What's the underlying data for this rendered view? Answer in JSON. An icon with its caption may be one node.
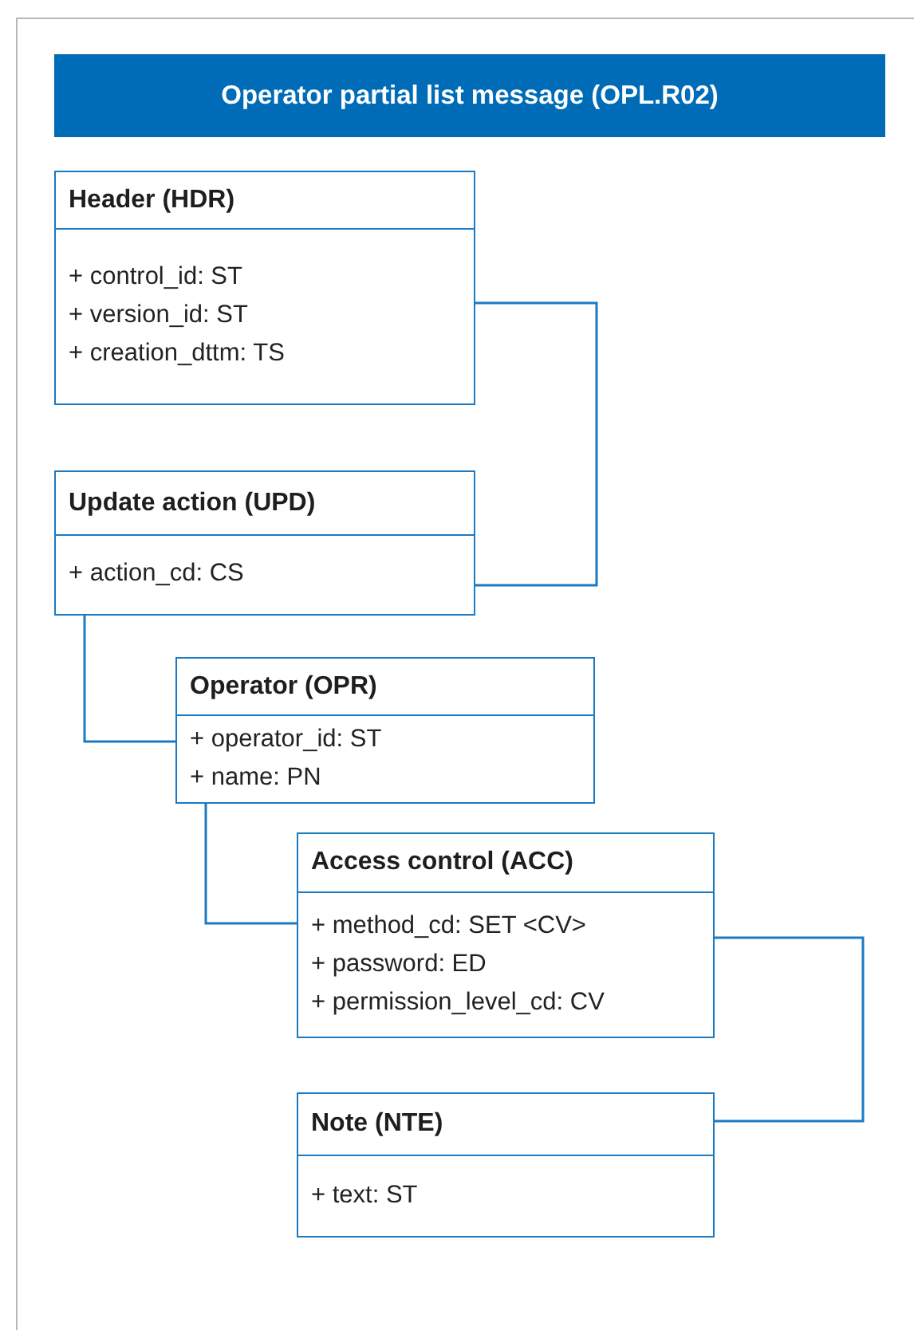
{
  "diagram": {
    "title": "Operator partial list message (OPL.R02)",
    "nodes": [
      {
        "text": [
          "Header (HDR)",
          "+ control_id: ST",
          "+ version_id: ST",
          "+ creation_dttm: TS"
        ]
      },
      {
        "text": [
          "Update action (UPD)",
          "+ action_cd: CS"
        ]
      },
      {
        "text": [
          "Operator (OPR)",
          "+ operator_id: ST",
          "+ name: PN"
        ]
      },
      {
        "text": [
          "Access control (ACC)",
          "+ method_cd: SET <CV>",
          "+ password: ED",
          "+ permission_level_cd: CV"
        ]
      },
      {
        "text": [
          "Note (NTE)",
          "+ text: ST"
        ]
      }
    ],
    "edges": [
      {
        "from": 0,
        "to": 1,
        "arrow": "none"
      },
      {
        "from": 1,
        "to": 2,
        "arrow": "none"
      },
      {
        "from": 2,
        "to": 3,
        "arrow": "none"
      },
      {
        "from": 3,
        "to": 4,
        "arrow": "none"
      }
    ]
  }
}
